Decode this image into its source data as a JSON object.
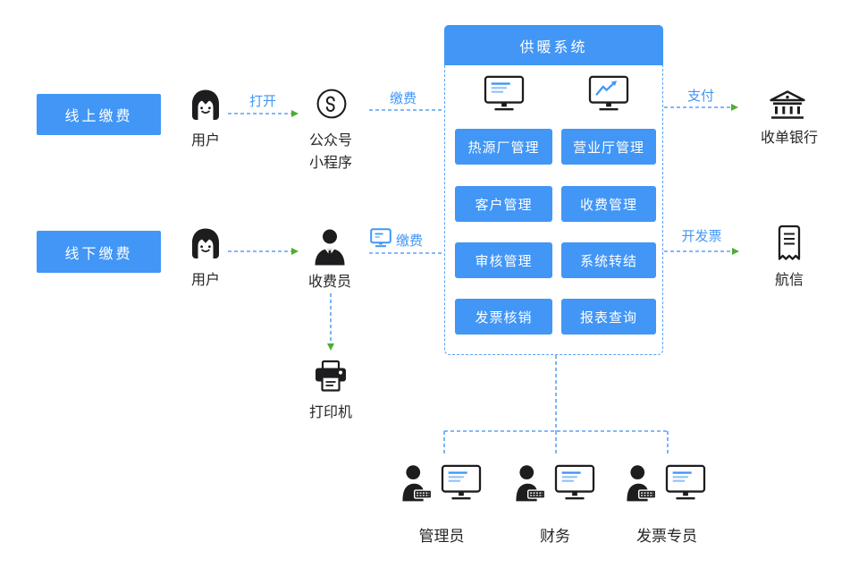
{
  "colors": {
    "primary": "#4196F6",
    "arrow_line": "#5AA1F8",
    "arrow_head_green": "#4BAE32",
    "ink": "#1D1D1F"
  },
  "lanes": {
    "online": "线上缴费",
    "offline": "线下缴费"
  },
  "labels": {
    "user_online": "用户",
    "user_offline": "用户",
    "mini_program_line1": "公众号",
    "mini_program_line2": "小程序",
    "cashier": "收费员",
    "printer": "打印机",
    "bank": "收单银行",
    "invoice_provider": "航信"
  },
  "arrows": {
    "open": "打开",
    "pay_online": "缴费",
    "pay_offline": "缴费",
    "payment": "支付",
    "issue_invoice": "开发票"
  },
  "system": {
    "title": "供暖系统",
    "modules": [
      "热源厂管理",
      "营业厅管理",
      "客户管理",
      "收费管理",
      "审核管理",
      "系统转结",
      "发票核销",
      "报表查询"
    ]
  },
  "roles": [
    "管理员",
    "财务",
    "发票专员"
  ]
}
